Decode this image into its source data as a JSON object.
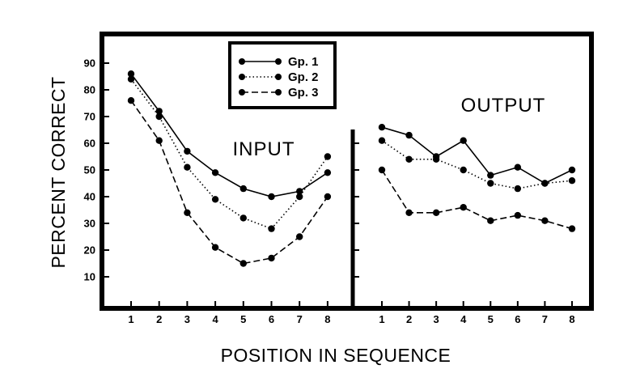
{
  "chart_data": {
    "type": "line",
    "ylabel": "PERCENT CORRECT",
    "xlabel": "POSITION IN SEQUENCE",
    "ylim": [
      0,
      100
    ],
    "yticks": [
      10,
      20,
      30,
      40,
      50,
      60,
      70,
      80,
      90
    ],
    "grid": false,
    "legend": {
      "placement": "top-left",
      "entries": [
        {
          "name": "Gp. 1",
          "style": "solid"
        },
        {
          "name": "Gp. 2",
          "style": "dotted"
        },
        {
          "name": "Gp. 3",
          "style": "dashed"
        }
      ]
    },
    "panels": [
      {
        "label": "INPUT",
        "x": [
          1,
          2,
          3,
          4,
          5,
          6,
          7,
          8
        ],
        "series": [
          {
            "name": "Gp. 1",
            "values": [
              86,
              72,
              57,
              49,
              43,
              40,
              42,
              49
            ]
          },
          {
            "name": "Gp. 2",
            "values": [
              84,
              70,
              51,
              39,
              32,
              28,
              40,
              55
            ]
          },
          {
            "name": "Gp. 3",
            "values": [
              76,
              61,
              34,
              21,
              15,
              17,
              25,
              40
            ]
          }
        ]
      },
      {
        "label": "OUTPUT",
        "x": [
          1,
          2,
          3,
          4,
          5,
          6,
          7,
          8
        ],
        "series": [
          {
            "name": "Gp. 1",
            "values": [
              66,
              63,
              55,
              61,
              48,
              51,
              45,
              50
            ]
          },
          {
            "name": "Gp. 2",
            "values": [
              61,
              54,
              54,
              50,
              45,
              43,
              45,
              46
            ]
          },
          {
            "name": "Gp. 3",
            "values": [
              50,
              34,
              34,
              36,
              31,
              33,
              31,
              28
            ]
          }
        ]
      }
    ]
  },
  "colors": {
    "ink": "#000000",
    "background": "#ffffff"
  }
}
